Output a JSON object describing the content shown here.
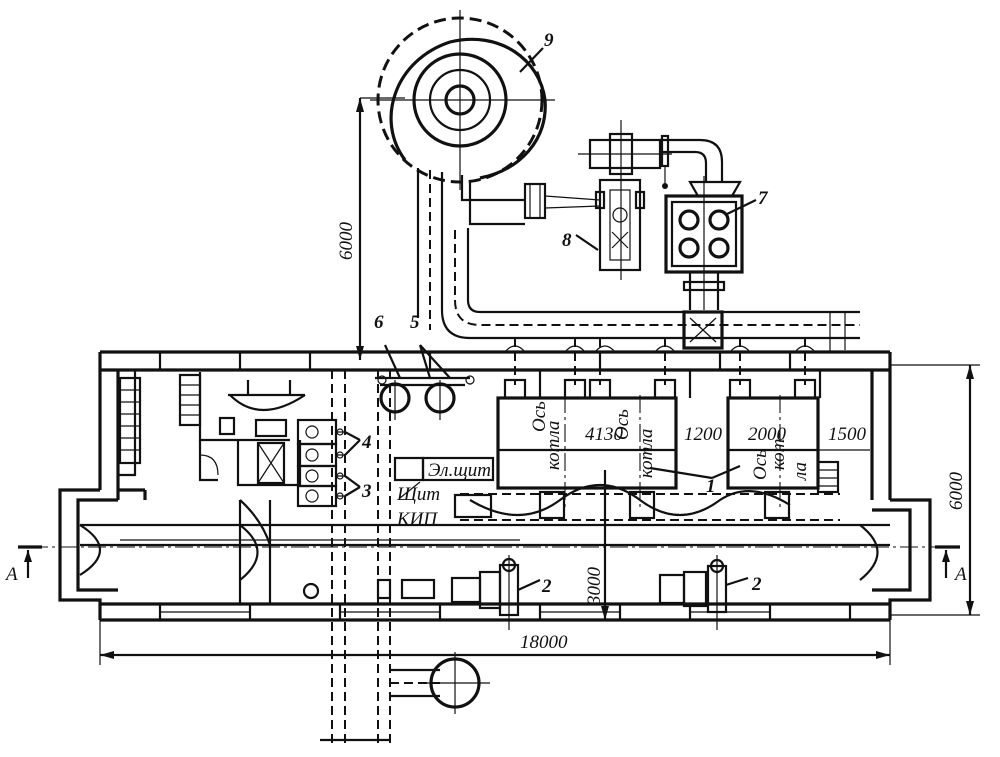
{
  "callouts": {
    "n1": "1",
    "n2a": "2",
    "n2b": "2",
    "n3": "3",
    "n4": "4",
    "n5": "5",
    "n6": "6",
    "n7": "7",
    "n8": "8",
    "n9": "9"
  },
  "dimensions": {
    "height_fan": "6000",
    "overall_length": "18000",
    "building_width": "6000",
    "depth_front": "3000",
    "span_4130": "4130",
    "span_1200": "1200",
    "span_2000": "2000",
    "span_1500": "1500"
  },
  "labels": {
    "boiler_axis_1_a": "Ось",
    "boiler_axis_1_b": "котла",
    "boiler_axis_2_a": "Ось",
    "boiler_axis_2_b": "котла",
    "boiler_axis_3_a": "Ось",
    "boiler_axis_3_b": "кот-",
    "boiler_axis_3_c": "ла",
    "el_panel": "Эл.щит",
    "kip_panel_a": "Щит",
    "kip_panel_b": "КИП",
    "section_left": "А",
    "section_right": "А"
  }
}
